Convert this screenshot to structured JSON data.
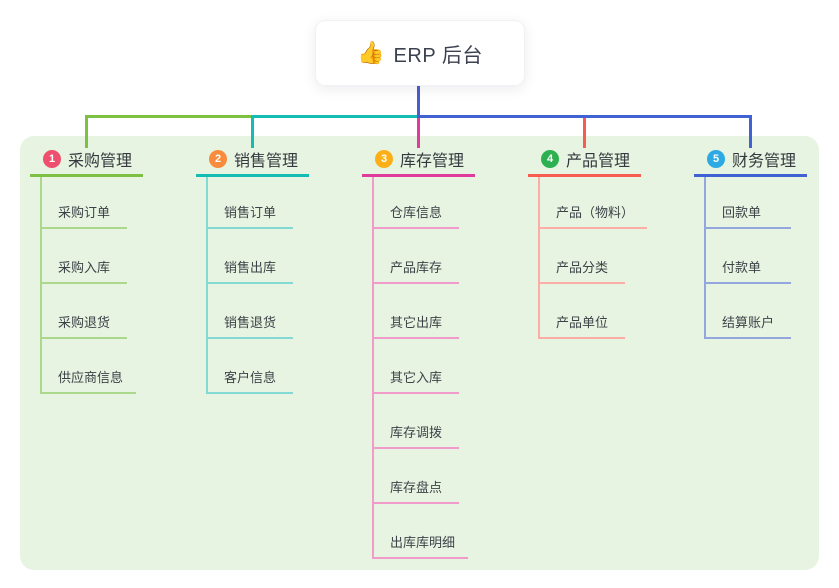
{
  "root": {
    "icon": "👍",
    "title": "ERP 后台"
  },
  "branches": [
    {
      "number": "1",
      "title": "采购管理",
      "badge_color": "#ef4f6e",
      "line_color": "#7cc142",
      "child_line_color": "#abd88b",
      "children": [
        "采购订单",
        "采购入库",
        "采购退货",
        "供应商信息"
      ]
    },
    {
      "number": "2",
      "title": "销售管理",
      "badge_color": "#f98c3c",
      "line_color": "#15bcb4",
      "child_line_color": "#84d9d3",
      "children": [
        "销售订单",
        "销售出库",
        "销售退货",
        "客户信息"
      ]
    },
    {
      "number": "3",
      "title": "库存管理",
      "badge_color": "#fcaf17",
      "line_color": "#e13a9d",
      "child_line_color": "#f09bc9",
      "children": [
        "仓库信息",
        "产品库存",
        "其它出库",
        "其它入库",
        "库存调拨",
        "库存盘点",
        "出库库明细"
      ]
    },
    {
      "number": "4",
      "title": "产品管理",
      "badge_color": "#2db150",
      "line_color": "#f85c50",
      "child_line_color": "#fbada6",
      "children": [
        "产品（物料）",
        "产品分类",
        "产品单位"
      ]
    },
    {
      "number": "5",
      "title": "财务管理",
      "badge_color": "#2caae3",
      "line_color": "#4062d3",
      "child_line_color": "#93a7de",
      "children": [
        "回款单",
        "付款单",
        "结算账户"
      ]
    }
  ],
  "colors": {
    "panel_bg": "#e7f4e1",
    "root_line": "#4a5ad1",
    "card_text": "#3c4150"
  }
}
